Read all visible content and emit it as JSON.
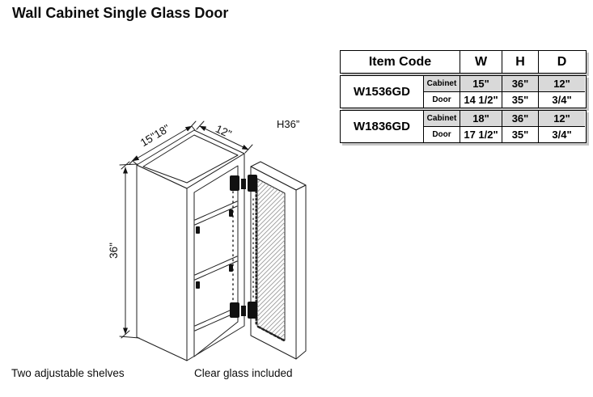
{
  "page": {
    "title": "Wall Cabinet Single Glass Door"
  },
  "colors": {
    "row_shade": "#d9d9d9",
    "box_shadow": "#c6c6c6",
    "line": "#1f1f1f",
    "text": "#000000"
  },
  "drawing": {
    "dim_width_label": "15\"18\"",
    "dim_depth_label": "12\"",
    "dim_height_label": "36\"",
    "height_note": "H36”",
    "caption_shelves": "Two adjustable shelves",
    "caption_glass": "Clear glass included"
  },
  "table": {
    "headers": {
      "item_code": "Item Code",
      "w": "W",
      "h": "H",
      "d": "D"
    },
    "row_labels": {
      "cabinet": "Cabinet",
      "door": "Door"
    },
    "rows": [
      {
        "item_code": "W1536GD",
        "cabinet": {
          "w": "15\"",
          "h": "36\"",
          "d": "12\""
        },
        "door": {
          "w": "14 1/2\"",
          "h": "35\"",
          "d": "3/4\""
        }
      },
      {
        "item_code": "W1836GD",
        "cabinet": {
          "w": "18\"",
          "h": "36\"",
          "d": "12\""
        },
        "door": {
          "w": "17 1/2\"",
          "h": "35\"",
          "d": "3/4\""
        }
      }
    ]
  }
}
